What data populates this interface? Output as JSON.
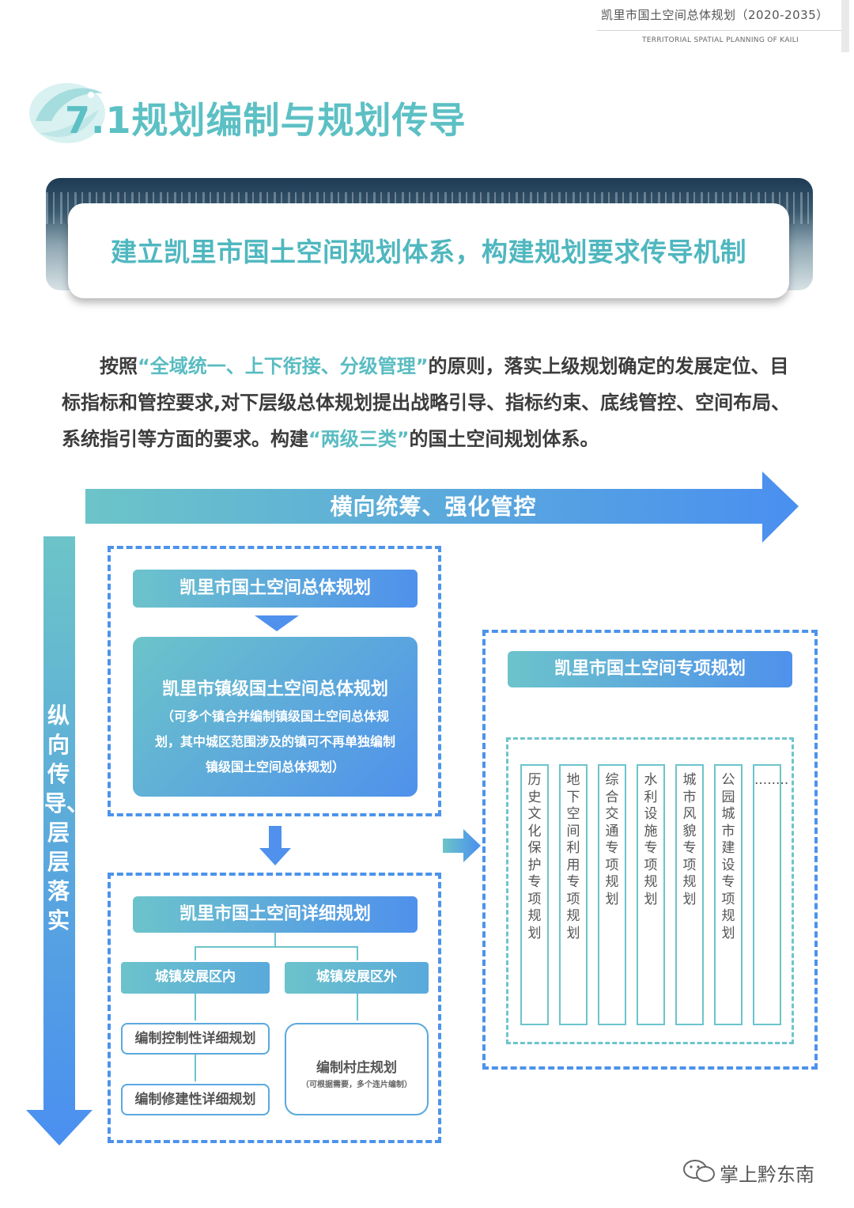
{
  "header": {
    "title": "凯里市国土空间总体规划（2020-2035）",
    "subtitle": "TERRITORIAL SPATIAL PLANNING OF KAILI"
  },
  "section": {
    "title": "7.1规划编制与规划传导"
  },
  "banner": {
    "text": "建立凯里市国土空间规划体系，构建规划要求传导机制"
  },
  "intro": {
    "p1": "按照",
    "hl1": "“全域统一、上下衔接、分级管理”",
    "p2": "的原则，落实上级规划确定的发展定位、目标指标和管控要求,对下层级总体规划提出战略引导、指标约束、底线管控、空间布局、系统指引等方面的要求。构建",
    "hl2": "“两级三类”",
    "p3": "的国土空间规划体系。"
  },
  "diagram": {
    "h_arrow": "横向统筹、强化管控",
    "v_arrow": "纵向传导、层层落实",
    "master_plan": "凯里市国土空间总体规划",
    "town_plan": {
      "title": "凯里市镇级国土空间总体规划",
      "note": "（可多个镇合并编制镇级国土空间总体规划，其中城区范围涉及的镇可不再单独编制镇级国土空间总体规划）"
    },
    "detail_plan": "凯里市国土空间详细规划",
    "inside": "城镇发展区内",
    "outside": "城镇发展区外",
    "control_detail": "编制控制性详细规划",
    "repair_detail": "编制修建性详细规划",
    "village_plan": {
      "title": "编制村庄规划",
      "note": "（可根据需要，多个连片编制）"
    },
    "special_plan": "凯里市国土空间专项规划",
    "specials": [
      "历史文化保护专项规划",
      "地下空间利用专项规划",
      "综合交通专项规划",
      "水利设施专项规划",
      "城市风貌专项规划",
      "公园城市建设专项规划",
      "........"
    ]
  },
  "footer": {
    "watermark": "掌上黔东南"
  },
  "colors": {
    "teal": "#5cc0c4",
    "blue": "#4f91ec"
  }
}
